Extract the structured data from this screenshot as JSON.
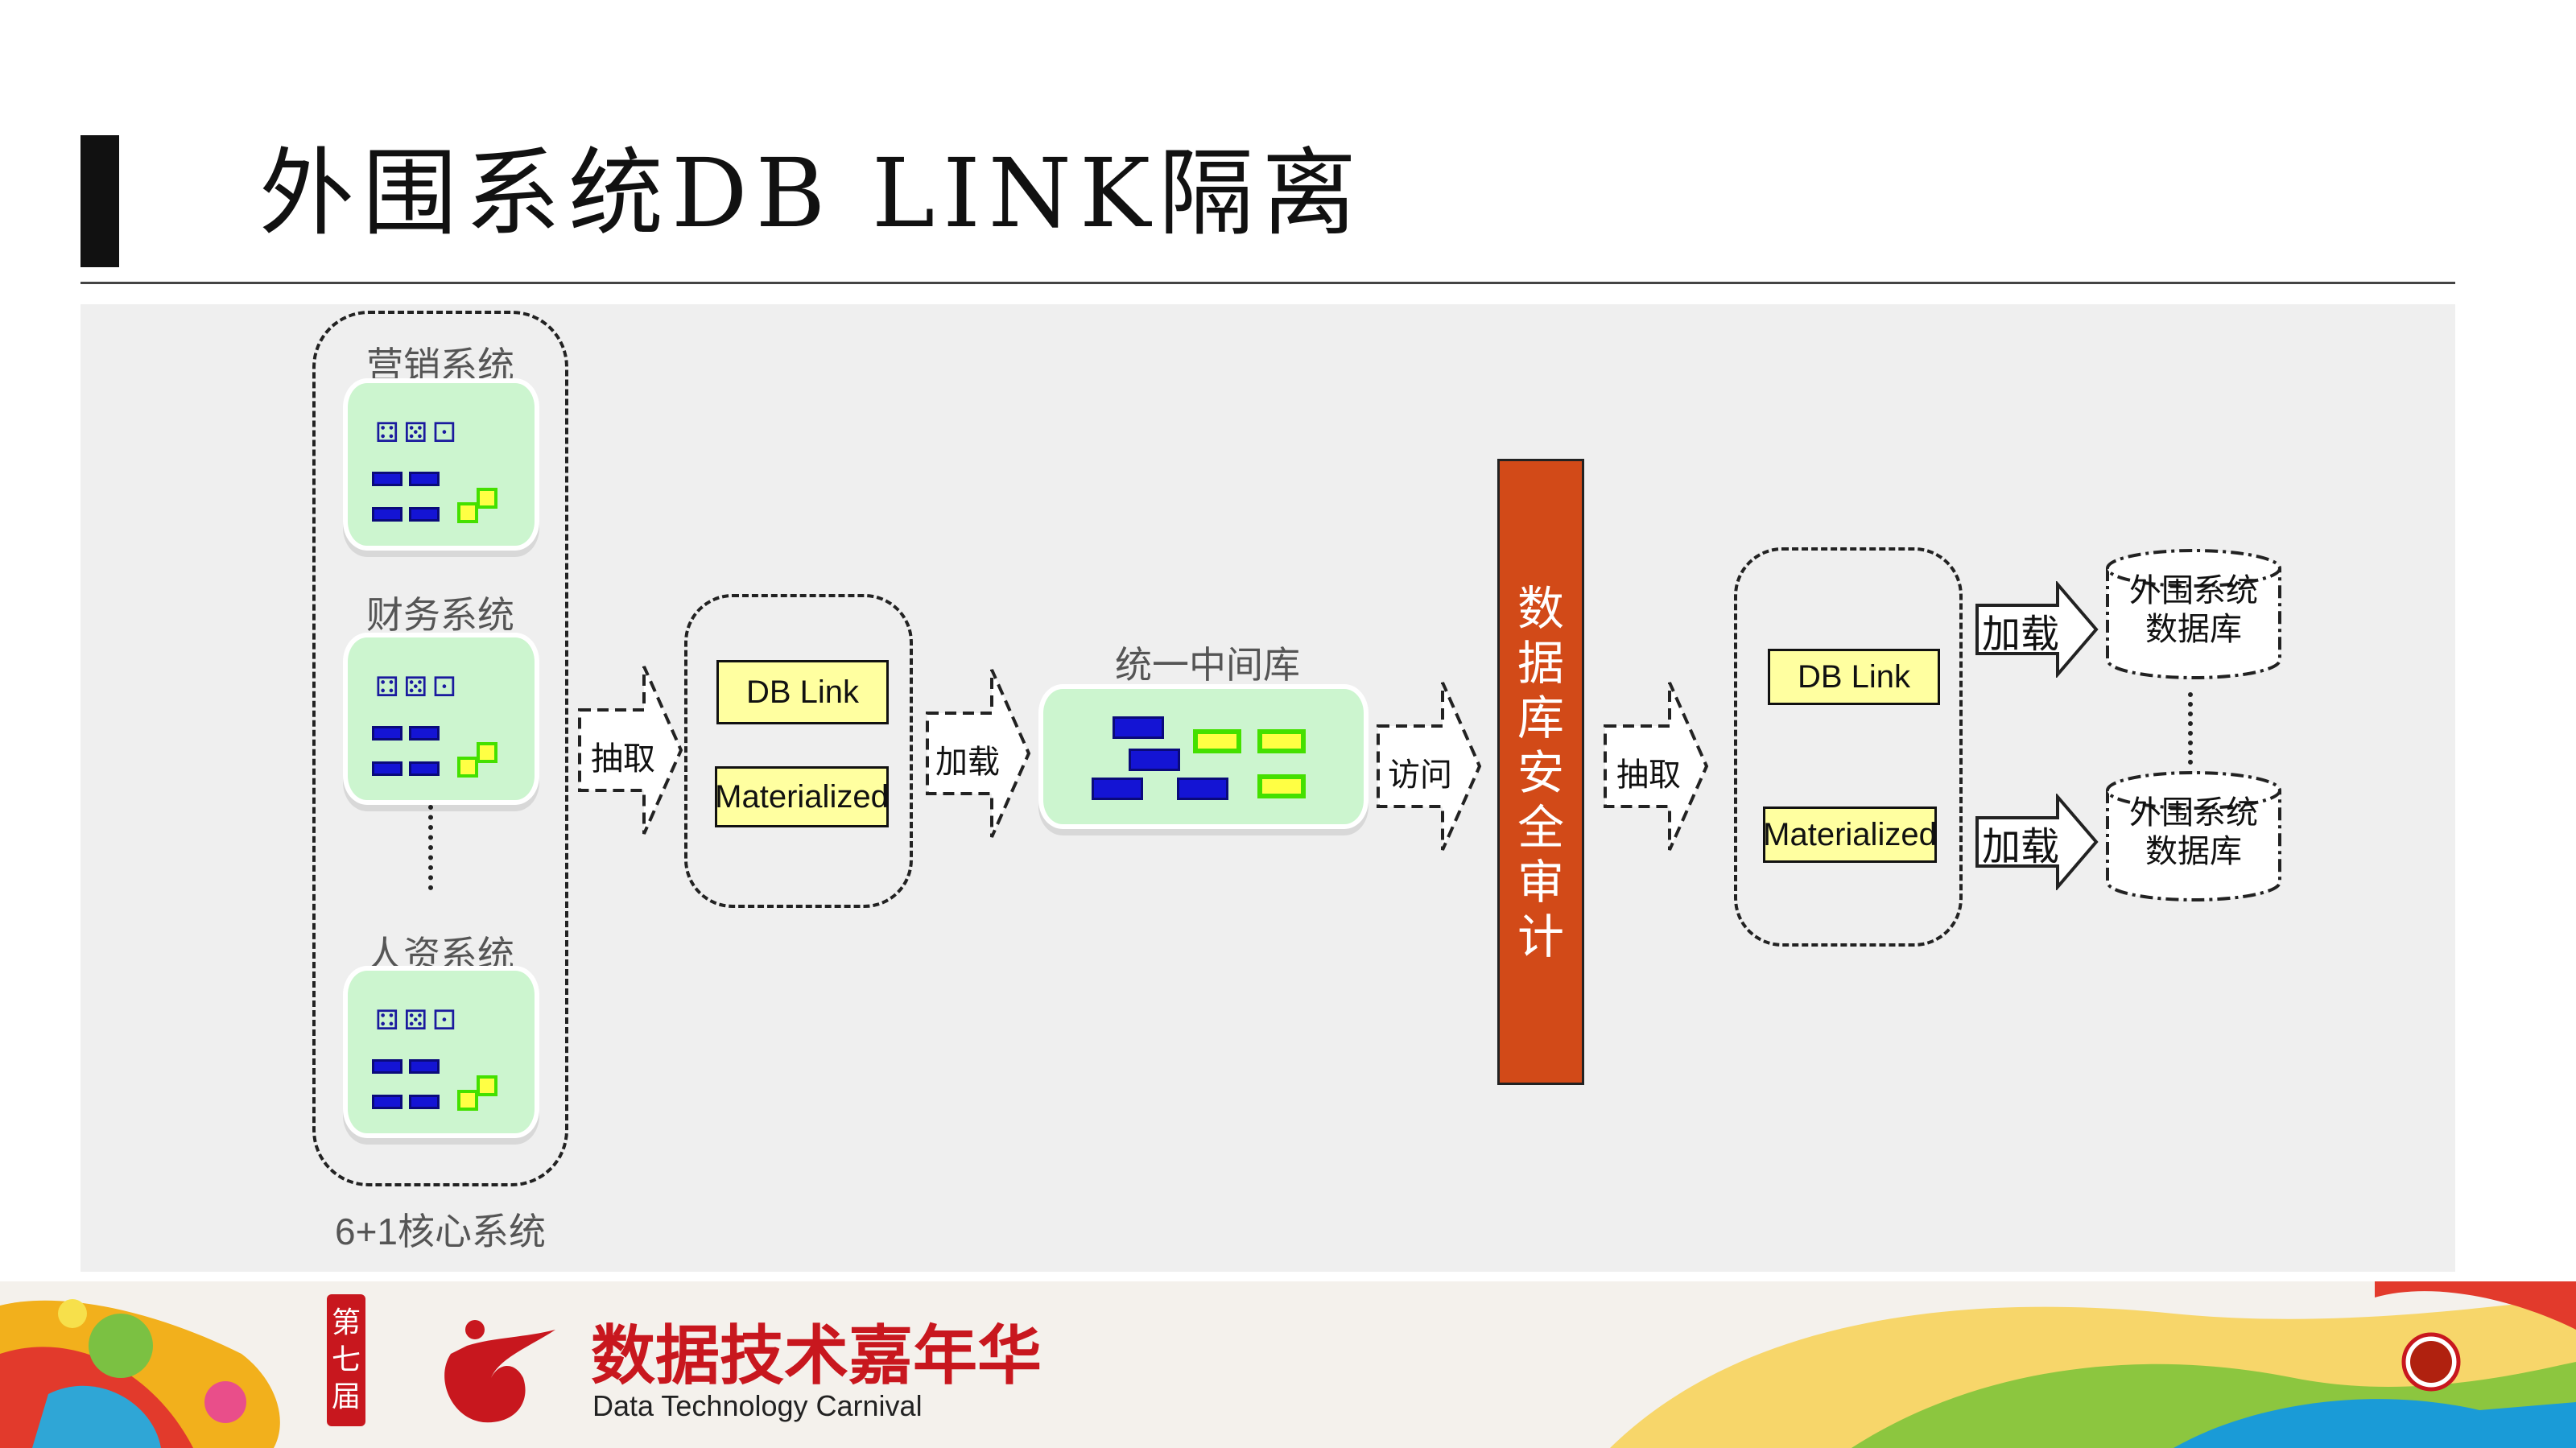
{
  "title": "外围系统DB LINK隔离",
  "source_systems": {
    "systems": [
      {
        "label": "营销系统"
      },
      {
        "label": "财务系统"
      },
      {
        "label": "人资系统"
      }
    ],
    "group_label": "6+1核心系统"
  },
  "flow1": {
    "extract_label": "抽取",
    "db_link": "DB Link",
    "materialized": "Materialized",
    "load_label": "加载"
  },
  "middle_db": {
    "label": "统一中间库"
  },
  "access_label": "访问",
  "audit_bar": {
    "text": "数据库安全审计",
    "color": "#d24a18"
  },
  "flow2": {
    "extract_label": "抽取",
    "db_link": "DB Link",
    "materialized": "Materialized"
  },
  "targets": {
    "load_label_1": "加载",
    "load_label_2": "加载",
    "db_label_1": "外围系统数据库",
    "db_label_2": "外围系统数据库"
  },
  "footer": {
    "edition": "第七届",
    "event_name": "数据技术嘉年华",
    "event_name_en": "Data Technology Carnival",
    "brand_color": "#c8171e"
  }
}
